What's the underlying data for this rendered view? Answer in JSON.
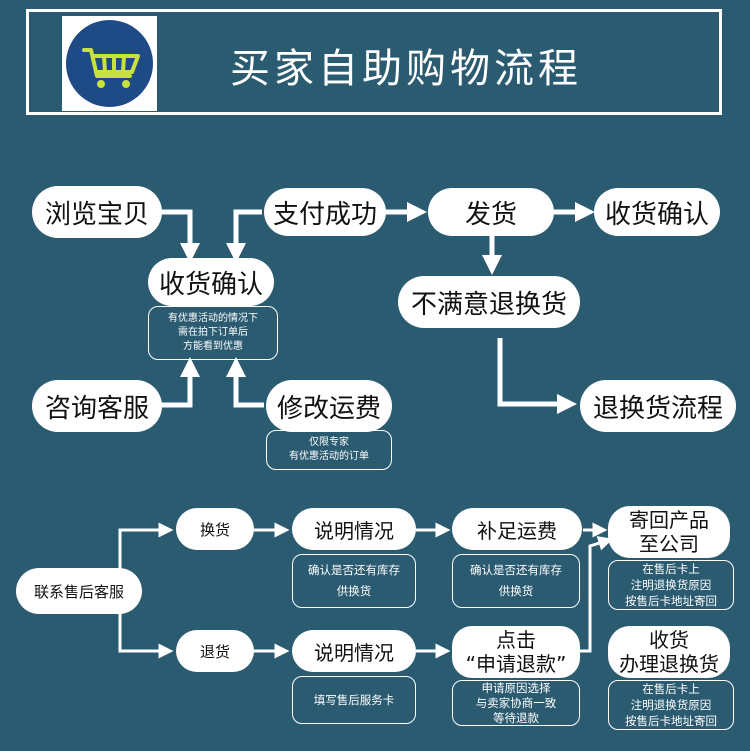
{
  "title": "买家自助购物流程",
  "nodes": {
    "browse": "浏览宝贝",
    "pay": "支付成功",
    "ship": "发货",
    "confirm_right": "收货确认",
    "confirm_center": "收货确认",
    "unsatisfied": "不满意退换货",
    "consult": "咨询客服",
    "modify_fee": "修改运费",
    "return_flow": "退换货流程",
    "contact_service": "联系售后客服",
    "exchange": "换货",
    "refund": "退货",
    "explain_1": "说明情况",
    "explain_2": "说明情况",
    "supplement_fee": "补足运费",
    "click_line1": "点击",
    "click_line2": "“申请退款”",
    "send_back_line1": "寄回产品",
    "send_back_line2": "至公司",
    "receive_line1": "收货",
    "receive_line2": "办理退换货"
  },
  "notes": {
    "discount": [
      "有优惠活动的情况下",
      "需在拍下订单后",
      "方能看到优惠"
    ],
    "expert": [
      "仅限专家",
      "有优惠活动的订单"
    ],
    "stock_1": [
      "确认是否还有库存",
      "供换货"
    ],
    "stock_2": [
      "确认是否还有库存",
      "供换货"
    ],
    "service_card": [
      "填写售后服务卡"
    ],
    "apply_reason": [
      "申请原因选择",
      "与卖家协商一致",
      "等待退款"
    ],
    "card_1": [
      "在售后卡上",
      "注明退换货原因",
      "按售后卡地址寄回"
    ],
    "card_2": [
      "在售后卡上",
      "注明退换货原因",
      "按售后卡地址寄回"
    ]
  },
  "colors": {
    "background": "#2b5b70",
    "node": "#ffffff",
    "logo_circle": "#1e4a86",
    "cart": "#c9e23a"
  },
  "icons": {
    "logo": "shopping-cart-icon"
  }
}
